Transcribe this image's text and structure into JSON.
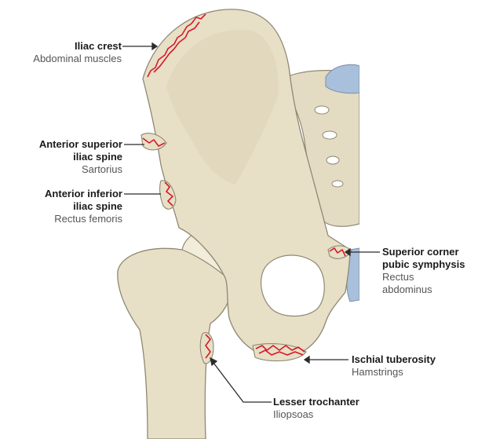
{
  "colors": {
    "bone_fill": "#e7dfc6",
    "bone_stroke": "#8f8873",
    "cartilage": "#a9c0dc",
    "fracture": "#d6192b",
    "leader": "#2b2b2b",
    "title_text": "#1a1a1a",
    "muscle_text": "#555555"
  },
  "labels": [
    {
      "id": "iliac-crest",
      "title_lines": [
        "Iliac crest"
      ],
      "muscle_lines": [
        "Abdominal muscles"
      ]
    },
    {
      "id": "asis",
      "title_lines": [
        "Anterior superior",
        "iliac spine"
      ],
      "muscle_lines": [
        "Sartorius"
      ]
    },
    {
      "id": "aiis",
      "title_lines": [
        "Anterior inferior",
        "iliac spine"
      ],
      "muscle_lines": [
        "Rectus femoris"
      ]
    },
    {
      "id": "pubic",
      "title_lines": [
        "Superior corner",
        "pubic symphysis"
      ],
      "muscle_lines": [
        "Rectus",
        "abdominus"
      ]
    },
    {
      "id": "ischial",
      "title_lines": [
        "Ischial tuberosity"
      ],
      "muscle_lines": [
        "Hamstrings"
      ]
    },
    {
      "id": "trochanter",
      "title_lines": [
        "Lesser trochanter"
      ],
      "muscle_lines": [
        "Iliopsoas"
      ]
    }
  ]
}
